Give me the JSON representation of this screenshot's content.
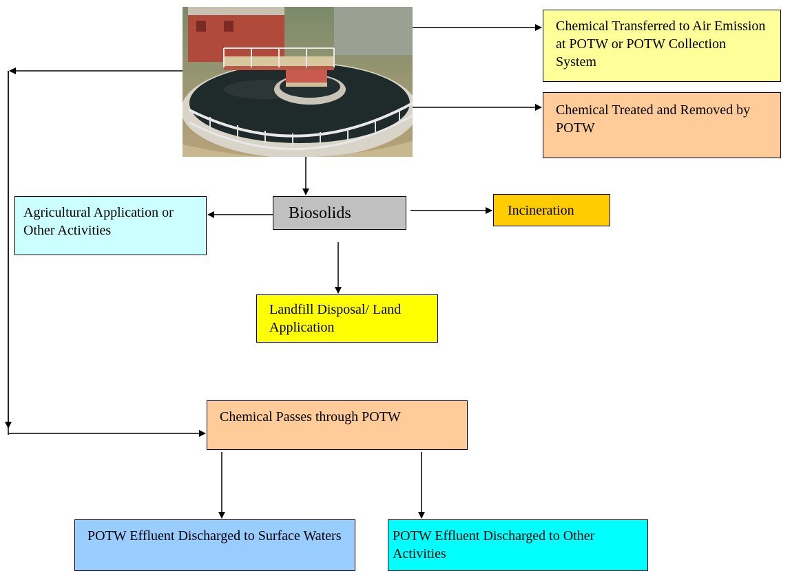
{
  "photo": {
    "subject": "POTW treatment plant clarifier photograph"
  },
  "boxes": {
    "air_emission": {
      "text": "Chemical Transferred to Air Emission at POTW or POTW Collection System",
      "color": "#ffff99"
    },
    "treated_removed": {
      "text": "Chemical Treated and Removed by POTW",
      "color": "#ffcc99"
    },
    "biosolids": {
      "text": "Biosolids",
      "color": "#c0c0c0"
    },
    "agricultural": {
      "text": "Agricultural Application or Other Activities",
      "color": "#ccffff"
    },
    "incineration": {
      "text": "Incineration",
      "color": "#ffcc00"
    },
    "landfill": {
      "text": "Landfill Disposal/ Land Application",
      "color": "#ffff00"
    },
    "passes_through": {
      "text": "Chemical Passes through POTW",
      "color": "#ffcc99"
    },
    "surface_waters": {
      "text": "POTW Effluent Discharged to Surface Waters",
      "color": "#99ccff"
    },
    "other_activities": {
      "text": "POTW Effluent Discharged to Other Activities",
      "color": "#00ffff"
    }
  }
}
